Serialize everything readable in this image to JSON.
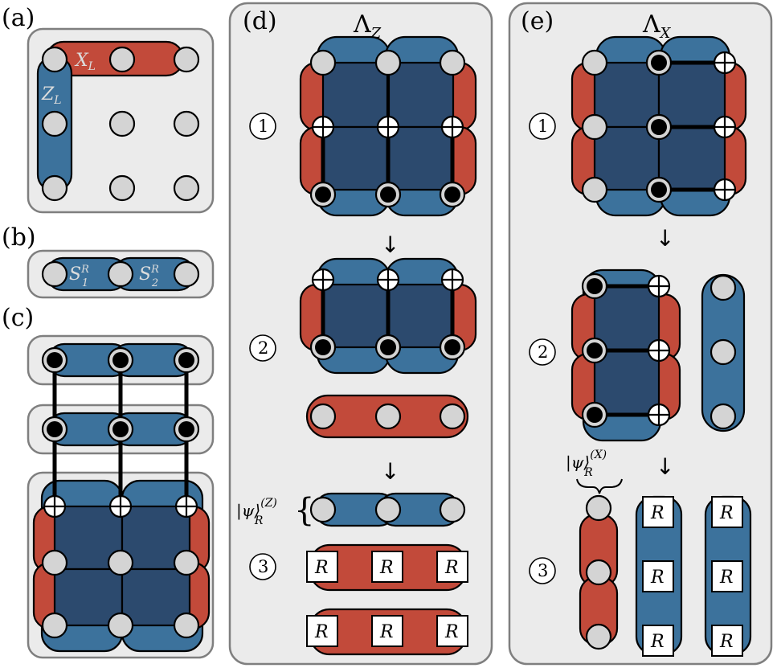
{
  "panels": {
    "a": {
      "label": "(a)",
      "x_op": "X",
      "x_sub": "L",
      "z_op": "Z",
      "z_sub": "L"
    },
    "b": {
      "label": "(b)",
      "s1": "S",
      "s1_sup": "R",
      "s1_sub": "1",
      "s2": "S",
      "s2_sup": "R",
      "s2_sub": "2"
    },
    "c": {
      "label": "(c)"
    },
    "d": {
      "label": "(d)",
      "title": "Λ",
      "title_sub": "Z",
      "steps": [
        "1",
        "2",
        "3"
      ],
      "arrow": "↓",
      "ket": "|ψ⟩",
      "ket_sub": "R",
      "ket_sup": "(Z)",
      "measure": "R"
    },
    "e": {
      "label": "(e)",
      "title": "Λ",
      "title_sub": "X",
      "steps": [
        "1",
        "2",
        "3"
      ],
      "arrow": "↓",
      "ket": "|ψ⟩",
      "ket_sub": "R",
      "ket_sup": "(X)",
      "measure": "R"
    }
  },
  "colors": {
    "panel_bg": "#ebebeb",
    "blue_stabilizer": "#3c729c",
    "red_stabilizer": "#c24a3a",
    "plaquette": "#2c4a6e",
    "qubit": "#d4d4d4"
  }
}
